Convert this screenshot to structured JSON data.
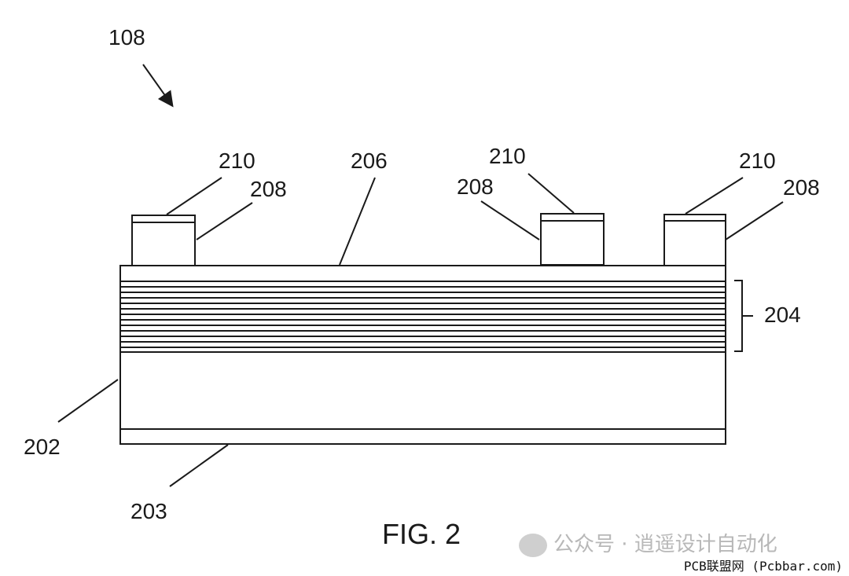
{
  "figure": {
    "caption": "FIG. 2",
    "labels": {
      "device": "108",
      "substrate": "202",
      "backside": "203",
      "stack": "204",
      "top_layer": "206",
      "pillar_body": "208",
      "pillar_cap": "210"
    }
  },
  "watermark": {
    "text": "公众号 · 逍遥设计自动化",
    "url": "PCB联盟网 (Pcbbar.com)"
  }
}
